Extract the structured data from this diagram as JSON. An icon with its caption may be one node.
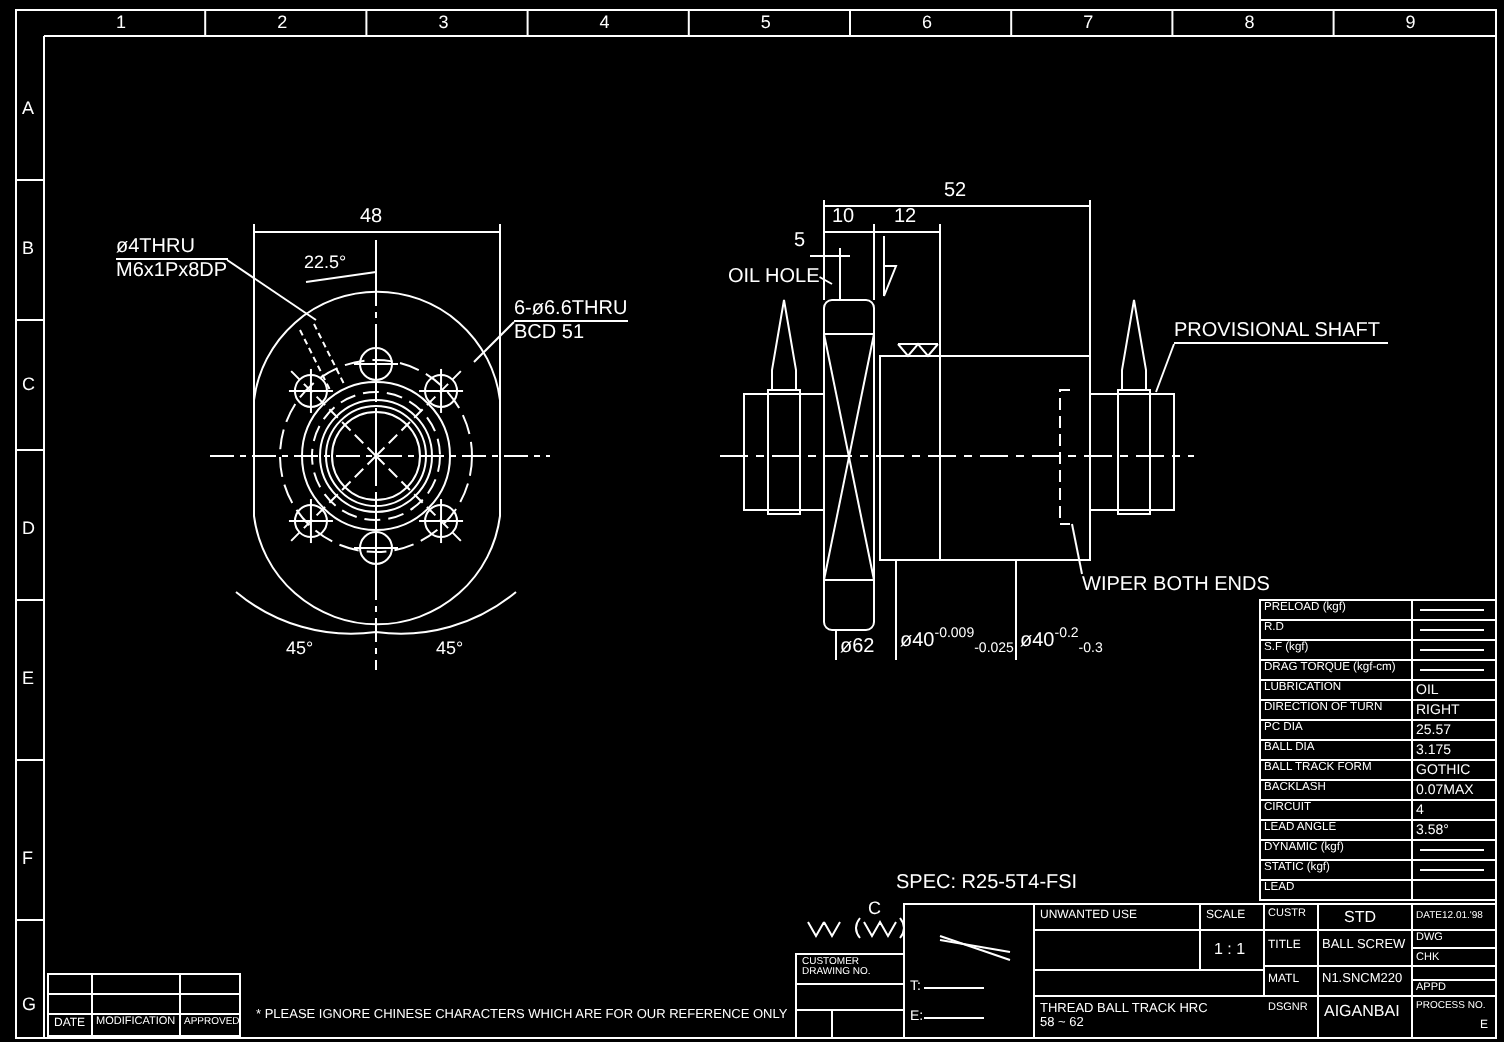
{
  "diagram": {
    "nodes": [
      {
        "text": [
          "ø4THRU",
          "M6x1Px8DP"
        ]
      },
      {
        "text": [
          "6-ø6.6THRU",
          "BCD 51"
        ]
      },
      {
        "text": [
          "OIL HOLE"
        ]
      },
      {
        "text": [
          "PROVISIONAL SHAFT"
        ]
      },
      {
        "text": [
          "WIPER BOTH ENDS"
        ]
      }
    ],
    "edges": [
      {
        "from": 0,
        "to": null,
        "arrow": "none"
      },
      {
        "from": 1,
        "to": null,
        "arrow": "none"
      },
      {
        "from": 2,
        "to": null,
        "arrow": "none"
      },
      {
        "from": 3,
        "to": null,
        "arrow": "none"
      },
      {
        "from": 4,
        "to": null,
        "arrow": "none"
      }
    ],
    "labels": [
      "1",
      "2",
      "3",
      "4",
      "5",
      "6",
      "7",
      "8",
      "9",
      "A",
      "B",
      "C",
      "D",
      "E",
      "F",
      "G",
      "48",
      "22.5°",
      "45°",
      "45°",
      "52",
      "10",
      "12",
      "5",
      "ø62",
      "ø40$^{-0.009}$$_{-0.025}$",
      "ø40$^{-0.2}$$_{-0.3}$",
      "PRELOAD (kgf)",
      "R.D",
      "S.F (kgf)",
      "DRAG TORQUE (kgf-cm)",
      "LUBRICATION",
      "OIL",
      "DIRECTION OF TURN",
      "RIGHT",
      "PC DIA",
      "25.57",
      "BALL DIA",
      "3.175",
      "BALL TRACK FORM",
      "GOTHIC",
      "BACKLASH",
      "0.07MAX",
      "CIRCUIT",
      "4",
      "LEAD ANGLE",
      "3.58°",
      "DYNAMIC (kgf)",
      "STATIC (kgf)",
      "LEAD",
      "SPEC: R25-5T4-FSI",
      "C",
      "CUSTOMER DRAWING NO.",
      "T:",
      "UNWANTED USE",
      "SCALE",
      "CUSTR",
      "STD",
      "DATE",
      "12.01.'98",
      "1 : 1",
      "TITLE",
      "BALL SCREW",
      "DWG",
      "CHK",
      "MATL",
      "N1.SNCM220",
      "APPD",
      "DATE",
      "MODIFICATION",
      "APPROVED",
      "* PLEASE IGNORE CHINESE CHARACTERS WHICH ARE FOR OUR REFERENCE ONLY",
      "E:",
      "THREAD BALL TRACK HRC 58 ~ 62",
      "DSGNR",
      "AIGANBAI",
      "PROCESS NO.",
      "E"
    ]
  }
}
